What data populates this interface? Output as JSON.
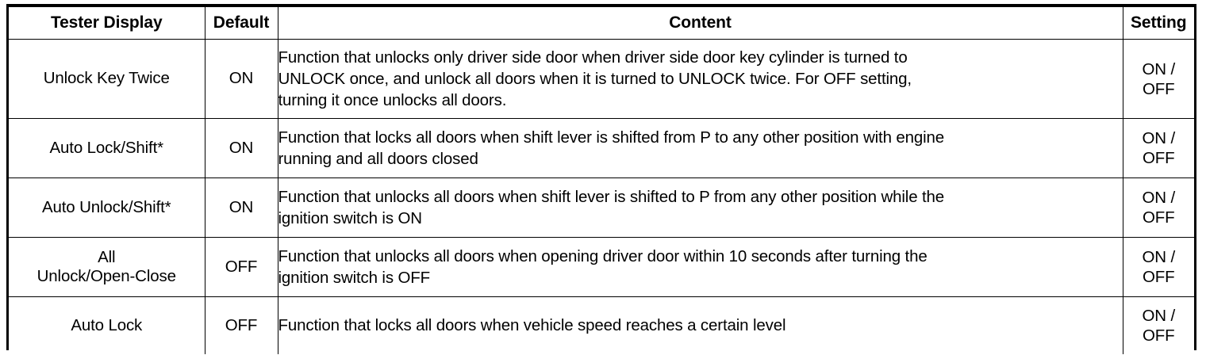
{
  "table": {
    "headers": {
      "tester_display": "Tester Display",
      "default": "Default",
      "content": "Content",
      "setting": "Setting"
    },
    "rows": [
      {
        "tester_display_lines": [
          "Unlock Key Twice"
        ],
        "default": "ON",
        "content_lines": [
          "Function that unlocks only driver side door when driver side door key cylinder is turned to",
          "UNLOCK once, and unlock all doors when it is turned to UNLOCK twice. For OFF setting,",
          "turning it once unlocks all doors."
        ],
        "setting_lines": [
          "ON /",
          "OFF"
        ]
      },
      {
        "tester_display_lines": [
          "Auto Lock/Shift*"
        ],
        "default": "ON",
        "content_lines": [
          "Function that locks all doors when shift lever is shifted from P to any other position with engine",
          "running and all doors closed"
        ],
        "setting_lines": [
          "ON /",
          "OFF"
        ]
      },
      {
        "tester_display_lines": [
          "Auto Unlock/Shift*"
        ],
        "default": "ON",
        "content_lines": [
          "Function that unlocks all doors when shift lever is shifted to P from any other position while the",
          "ignition switch is ON"
        ],
        "setting_lines": [
          "ON /",
          "OFF"
        ]
      },
      {
        "tester_display_lines": [
          "All",
          "Unlock/Open-Close"
        ],
        "default": "OFF",
        "content_lines": [
          "Function that unlocks all doors when opening driver door within 10 seconds after turning the",
          "ignition switch is OFF"
        ],
        "setting_lines": [
          "ON /",
          "OFF"
        ]
      },
      {
        "tester_display_lines": [
          "Auto Lock"
        ],
        "default": "OFF",
        "content_lines": [
          "Function that locks all doors when vehicle speed reaches a certain level"
        ],
        "setting_lines": [
          "ON /",
          "OFF"
        ]
      }
    ]
  }
}
